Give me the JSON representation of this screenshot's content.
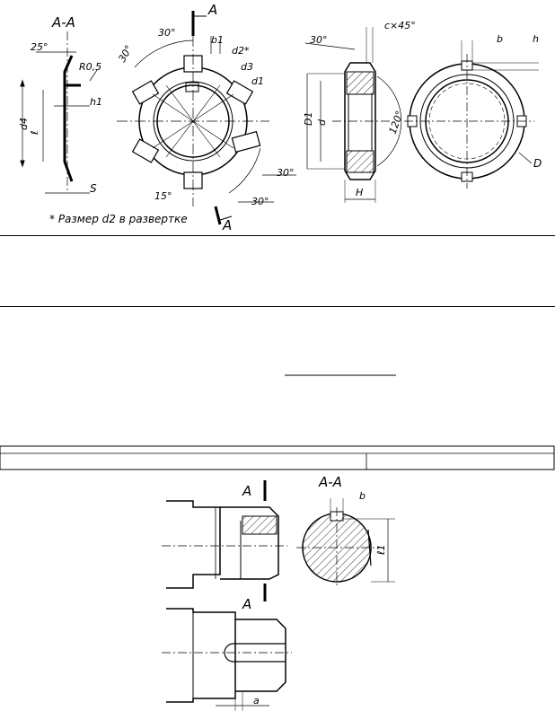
{
  "top_figure": {
    "section_title": "A-A",
    "section_mark": "A",
    "angle_25": "25°",
    "radius": "R0,5",
    "dim_d4": "d4",
    "dim_l": "ℓ",
    "dim_h1": "h1",
    "dim_s": "S",
    "angle_30_top": "30°",
    "angle_30_left": "30°",
    "angle_30_right": "30°",
    "angle_30_bottom": "30°",
    "angle_15": "15°",
    "dim_b1": "b1",
    "dim_d2": "d2*",
    "dim_d3": "d3",
    "dim_d1": "d1",
    "footnote": "* Размер d2 в развертке",
    "nut_angle_30": "30°",
    "nut_chamfer": "c×45°",
    "nut_D1": "D1",
    "nut_d": "d",
    "nut_H": "H",
    "nut_angle_120": "120°",
    "nut_b": "b",
    "nut_h": "h",
    "nut_D": "D"
  },
  "bottom_figure": {
    "section_title": "A-A",
    "mark_top": "A",
    "mark_bottom": "A",
    "dim_b": "b",
    "dim_l1": "ℓ1",
    "dim_a": "a"
  }
}
